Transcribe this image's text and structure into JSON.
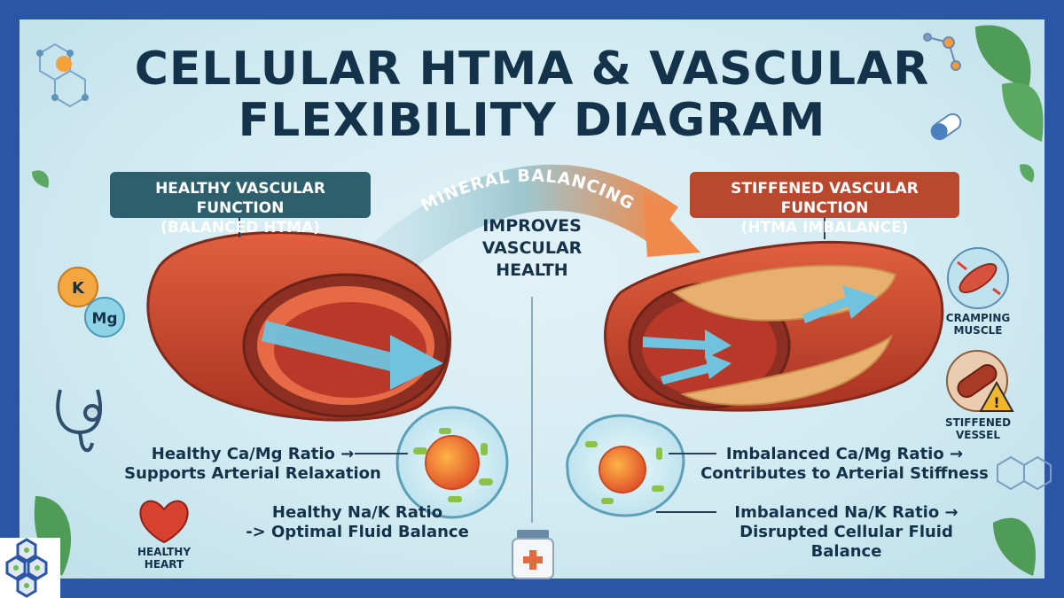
{
  "title": {
    "line1": "CELLULAR HTMA & VASCULAR",
    "line2": "FLEXIBILITY DIAGRAM"
  },
  "left_panel": {
    "badge_line1": "HEALTHY VASCULAR FUNCTION",
    "badge_line2": "(BALANCED HTMA)",
    "ratio1_line1": "Healthy Ca/Mg Ratio →",
    "ratio1_line2": "Supports Arterial Relaxation",
    "ratio2_line1": "Healthy Na/K Ratio",
    "ratio2_line2": "-> Optimal Fluid Balance"
  },
  "right_panel": {
    "badge_line1": "STIFFENED VASCULAR FUNCTION",
    "badge_line2": "(HTMA IMBALANCE)",
    "ratio1_line1": "Imbalanced Ca/Mg Ratio →",
    "ratio1_line2": "Contributes to Arterial Stiffness",
    "ratio2_line1": "Imbalanced Na/K Ratio →",
    "ratio2_line2": "Disrupted Cellular Fluid Balance"
  },
  "center": {
    "arc_label": "MINERAL BALANCING",
    "line1": "IMPROVES",
    "line2": "VASCULAR",
    "line3": "HEALTH"
  },
  "minerals": {
    "k": "K",
    "mg": "Mg"
  },
  "icons": {
    "cramping_line1": "CRAMPING",
    "cramping_line2": "MUSCLE",
    "stiffened_line1": "STIFFENED",
    "stiffened_line2": "VESSEL",
    "heart_line1": "HEALTHY",
    "heart_line2": "HEART"
  },
  "colors": {
    "frame": "#2b56a6",
    "healthy_badge": "#2e5f6c",
    "imbalance_badge": "#b8482e",
    "artery": "#c8432f",
    "flow_arrow": "#6fc3de"
  }
}
